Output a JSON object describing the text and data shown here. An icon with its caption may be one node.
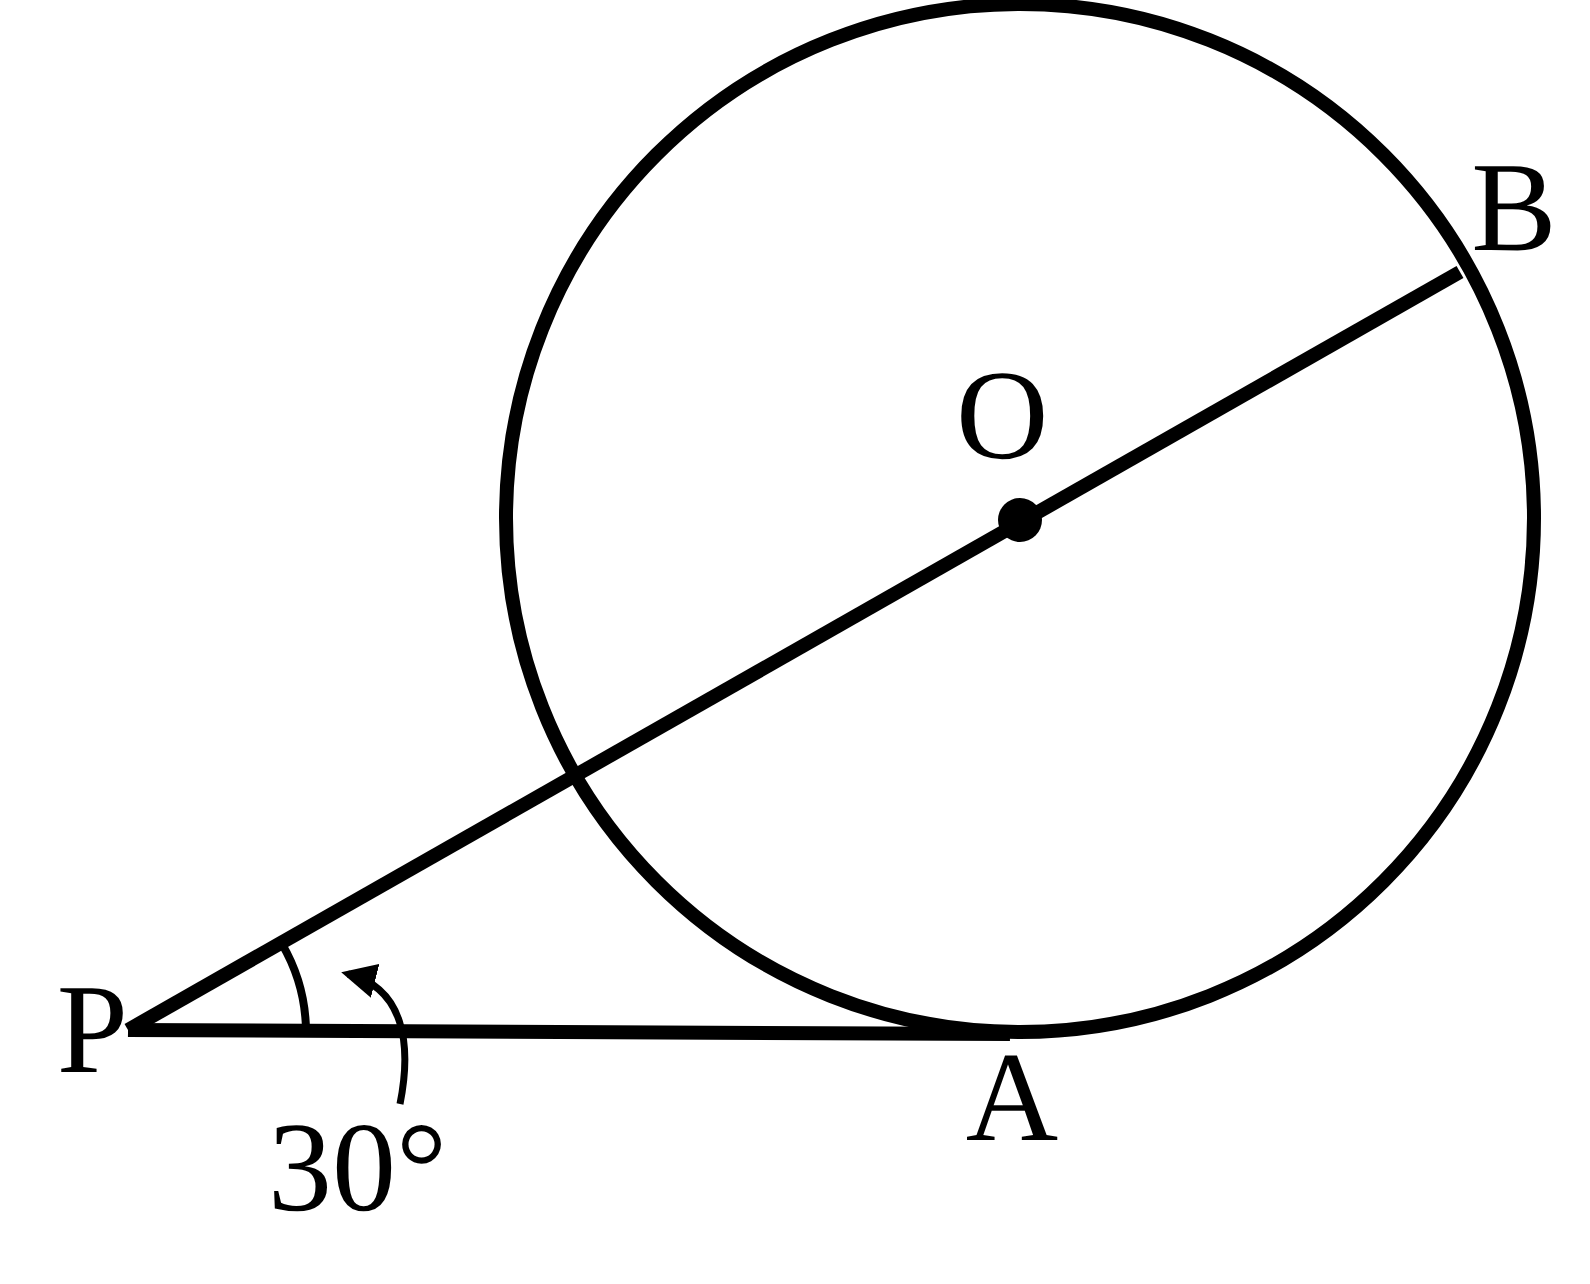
{
  "diagram": {
    "nodes": [
      {
        "text": [
          "P"
        ]
      },
      {
        "text": [
          "A"
        ]
      },
      {
        "text": [
          "B"
        ]
      }
    ],
    "edges": [
      {
        "from": 0,
        "to": 1,
        "arrow": "none"
      },
      {
        "from": 0,
        "to": 2,
        "arrow": "none"
      }
    ],
    "labels": [
      "O",
      "30°"
    ]
  }
}
